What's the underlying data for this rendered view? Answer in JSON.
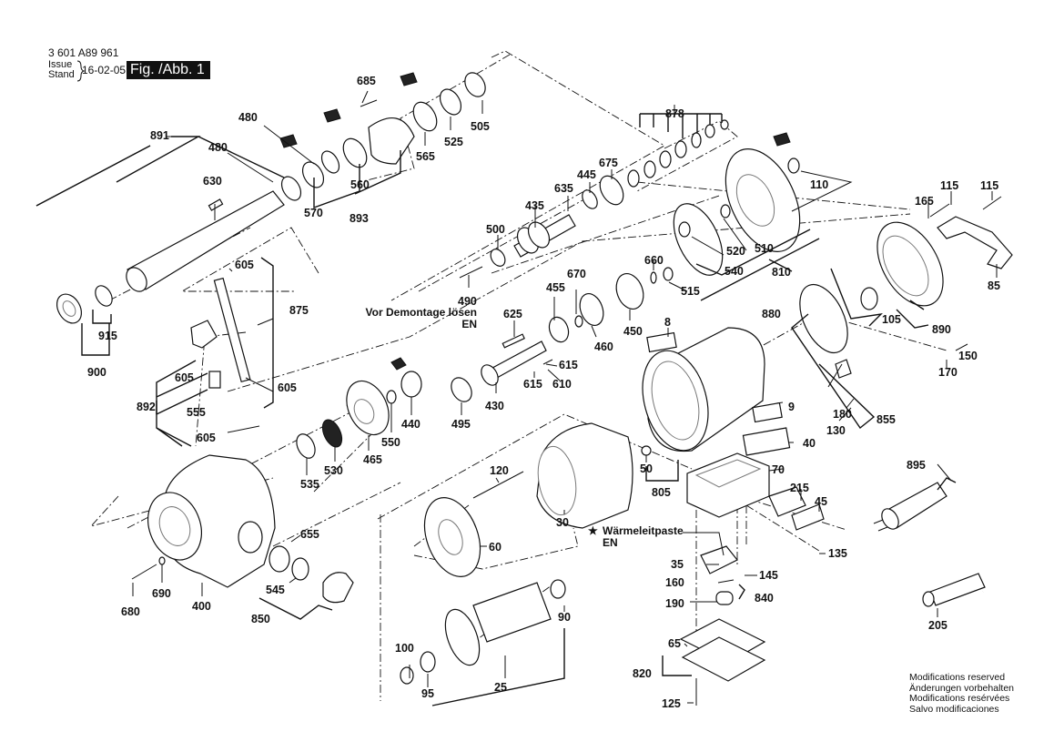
{
  "header": {
    "doc_number": "3 601 A89 961",
    "issue_label": "Issue",
    "stand_label": "Stand",
    "issue_date": "16-02-05",
    "figure_label": "Fig. /Abb. 1"
  },
  "notes": {
    "disassembly_line1": "Vor Demontage lösen",
    "disassembly_line2": "EN",
    "thermal_paste_star": "★",
    "thermal_paste_line1": "Wärmeleitpaste",
    "thermal_paste_line2": "EN"
  },
  "footer": {
    "modifications": [
      "Modifications reserved",
      "Änderungen vorbehalten",
      "Modifications resérvées",
      "Salvo modificaciones"
    ]
  },
  "part_labels": {
    "p685": "685",
    "p480a": "480",
    "p480b": "480",
    "p891": "891",
    "p630": "630",
    "p570": "570",
    "p560": "560",
    "p893": "893",
    "p565": "565",
    "p525": "525",
    "p505": "505",
    "p878": "878",
    "p675": "675",
    "p445": "445",
    "p635": "635",
    "p435": "435",
    "p500": "500",
    "p490": "490",
    "p110": "110",
    "p520": "520",
    "p510": "510",
    "p540": "540",
    "p810": "810",
    "p660": "660",
    "p515": "515",
    "p670": "670",
    "p455": "455",
    "p450": "450",
    "p460": "460",
    "p625": "625",
    "p615a": "615",
    "p615b": "615",
    "p610": "610",
    "p430": "430",
    "p495": "495",
    "p440": "440",
    "p550": "550",
    "p465": "465",
    "p530": "530",
    "p535": "535",
    "p605a": "605",
    "p605b": "605",
    "p605c": "605",
    "p605d": "605",
    "p875": "875",
    "p892": "892",
    "p555": "555",
    "p915": "915",
    "p900": "900",
    "p165": "165",
    "p115a": "115",
    "p115b": "115",
    "p85": "85",
    "p105": "105",
    "p890": "890",
    "p880": "880",
    "p150": "150",
    "p170": "170",
    "p855": "855",
    "p180": "180",
    "p130": "130",
    "p8": "8",
    "p9": "9",
    "p40": "40",
    "p50": "50",
    "p805": "805",
    "p70": "70",
    "p215": "215",
    "p45": "45",
    "p135": "135",
    "p35": "35",
    "p145": "145",
    "p160": "160",
    "p840": "840",
    "p190": "190",
    "p65": "65",
    "p820": "820",
    "p125": "125",
    "p120": "120",
    "p30": "30",
    "p60": "60",
    "p90": "90",
    "p100": "100",
    "p95": "95",
    "p25": "25",
    "p655": "655",
    "p680": "680",
    "p690": "690",
    "p400": "400",
    "p545": "545",
    "p850": "850",
    "p895": "895",
    "p205": "205"
  }
}
